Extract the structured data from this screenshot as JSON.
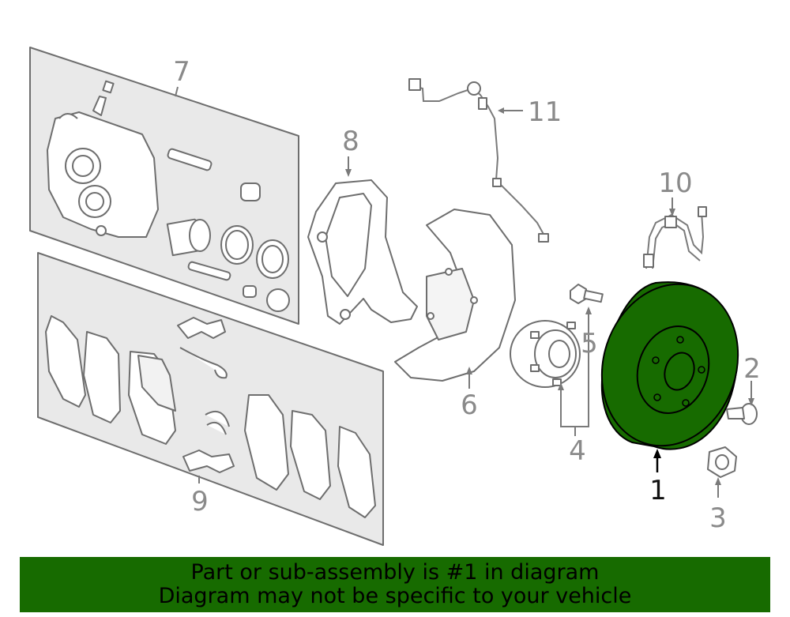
{
  "callouts": {
    "c1": "1",
    "c2": "2",
    "c3": "3",
    "c4": "4",
    "c5": "5",
    "c6": "6",
    "c7": "7",
    "c8": "8",
    "c9": "9",
    "c10": "10",
    "c11": "11"
  },
  "highlight_color": "#176b00",
  "banner": {
    "line1": "Part or sub-assembly is #1 in diagram",
    "line2": "Diagram may not be specific to your vehicle"
  }
}
